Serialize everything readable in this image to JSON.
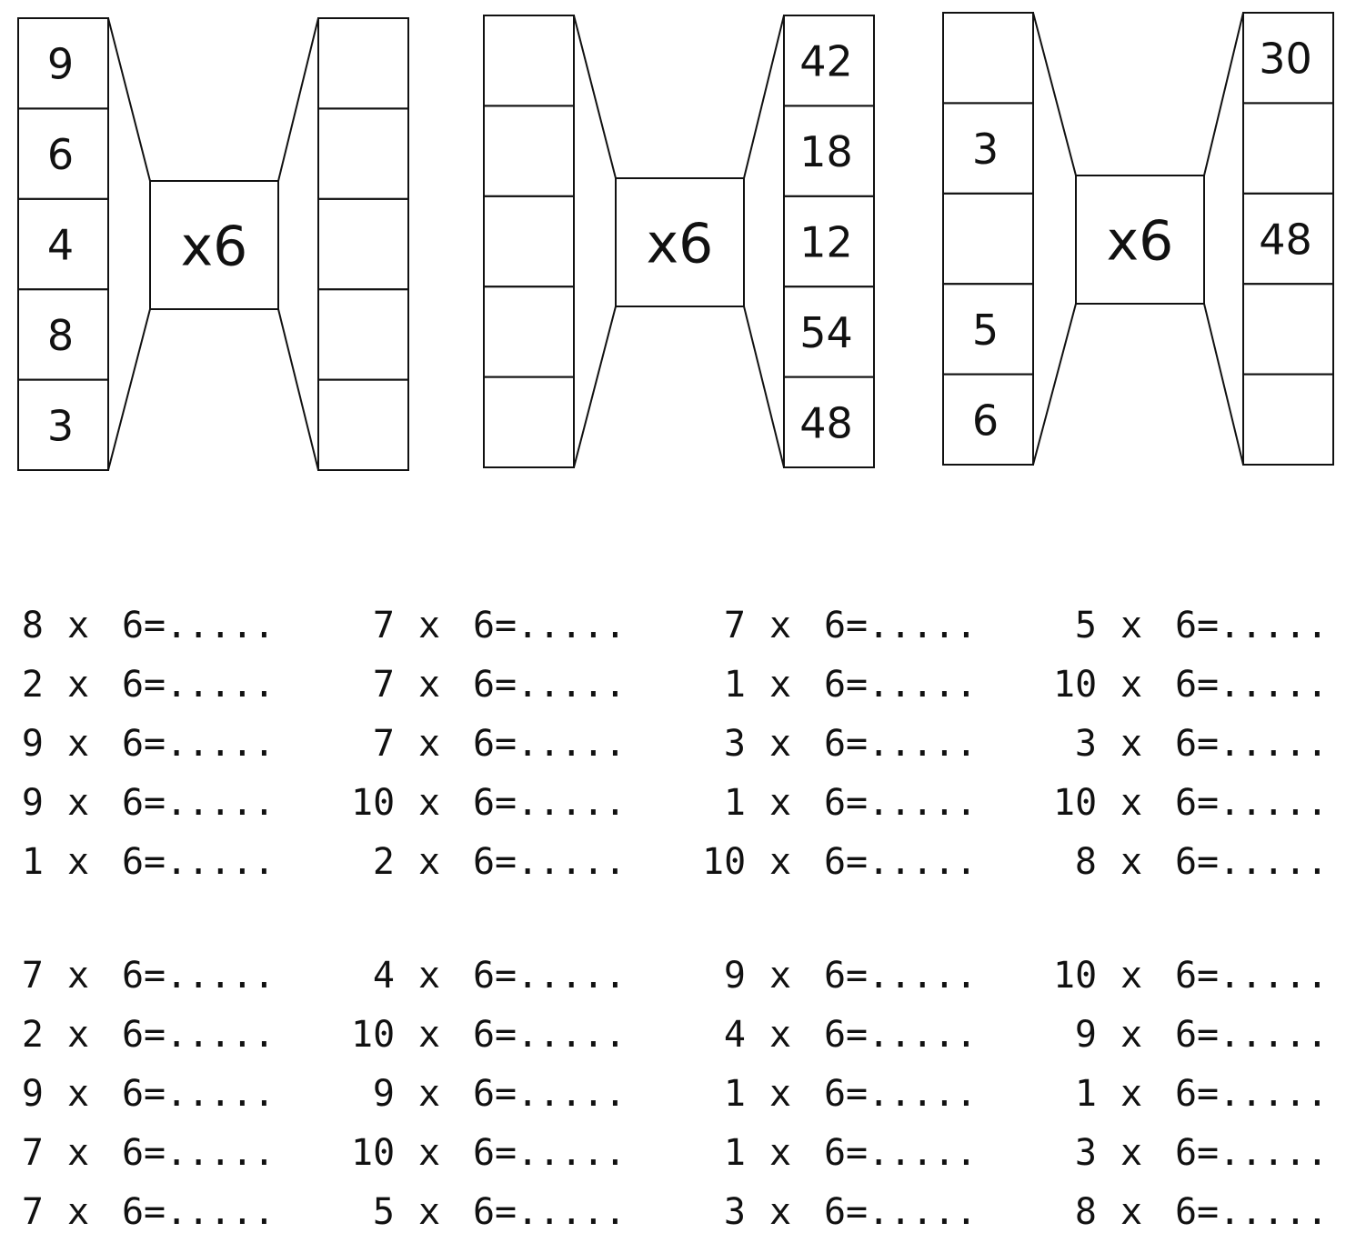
{
  "machines": [
    {
      "inputs": [
        "9",
        "6",
        "4",
        "8",
        "3"
      ],
      "operator": "x6",
      "outputs": [
        "",
        "",
        "",
        "",
        ""
      ]
    },
    {
      "inputs": [
        "",
        "",
        "",
        "",
        ""
      ],
      "operator": "x6",
      "outputs": [
        "42",
        "18",
        "12",
        "54",
        "48"
      ]
    },
    {
      "inputs": [
        "",
        "3",
        "",
        "5",
        "6"
      ],
      "operator": "x6",
      "outputs": [
        "30",
        "",
        "48",
        "",
        ""
      ]
    }
  ],
  "drill": {
    "times_sign": "x",
    "blank": "=.....",
    "blocks": [
      {
        "columns": [
          [
            {
              "a": "8",
              "b": "6"
            },
            {
              "a": "2",
              "b": "6"
            },
            {
              "a": "9",
              "b": "6"
            },
            {
              "a": "9",
              "b": "6"
            },
            {
              "a": "1",
              "b": "6"
            }
          ],
          [
            {
              "a": "7",
              "b": "6"
            },
            {
              "a": "7",
              "b": "6"
            },
            {
              "a": "7",
              "b": "6"
            },
            {
              "a": "10",
              "b": "6"
            },
            {
              "a": "2",
              "b": "6"
            }
          ],
          [
            {
              "a": "7",
              "b": "6"
            },
            {
              "a": "1",
              "b": "6"
            },
            {
              "a": "3",
              "b": "6"
            },
            {
              "a": "1",
              "b": "6"
            },
            {
              "a": "10",
              "b": "6"
            }
          ],
          [
            {
              "a": "5",
              "b": "6"
            },
            {
              "a": "10",
              "b": "6"
            },
            {
              "a": "3",
              "b": "6"
            },
            {
              "a": "10",
              "b": "6"
            },
            {
              "a": "8",
              "b": "6"
            }
          ]
        ]
      },
      {
        "columns": [
          [
            {
              "a": "7",
              "b": "6"
            },
            {
              "a": "2",
              "b": "6"
            },
            {
              "a": "9",
              "b": "6"
            },
            {
              "a": "7",
              "b": "6"
            },
            {
              "a": "7",
              "b": "6"
            }
          ],
          [
            {
              "a": "4",
              "b": "6"
            },
            {
              "a": "10",
              "b": "6"
            },
            {
              "a": "9",
              "b": "6"
            },
            {
              "a": "10",
              "b": "6"
            },
            {
              "a": "5",
              "b": "6"
            }
          ],
          [
            {
              "a": "9",
              "b": "6"
            },
            {
              "a": "4",
              "b": "6"
            },
            {
              "a": "1",
              "b": "6"
            },
            {
              "a": "1",
              "b": "6"
            },
            {
              "a": "3",
              "b": "6"
            }
          ],
          [
            {
              "a": "10",
              "b": "6"
            },
            {
              "a": "9",
              "b": "6"
            },
            {
              "a": "1",
              "b": "6"
            },
            {
              "a": "3",
              "b": "6"
            },
            {
              "a": "8",
              "b": "6"
            }
          ]
        ]
      }
    ]
  }
}
